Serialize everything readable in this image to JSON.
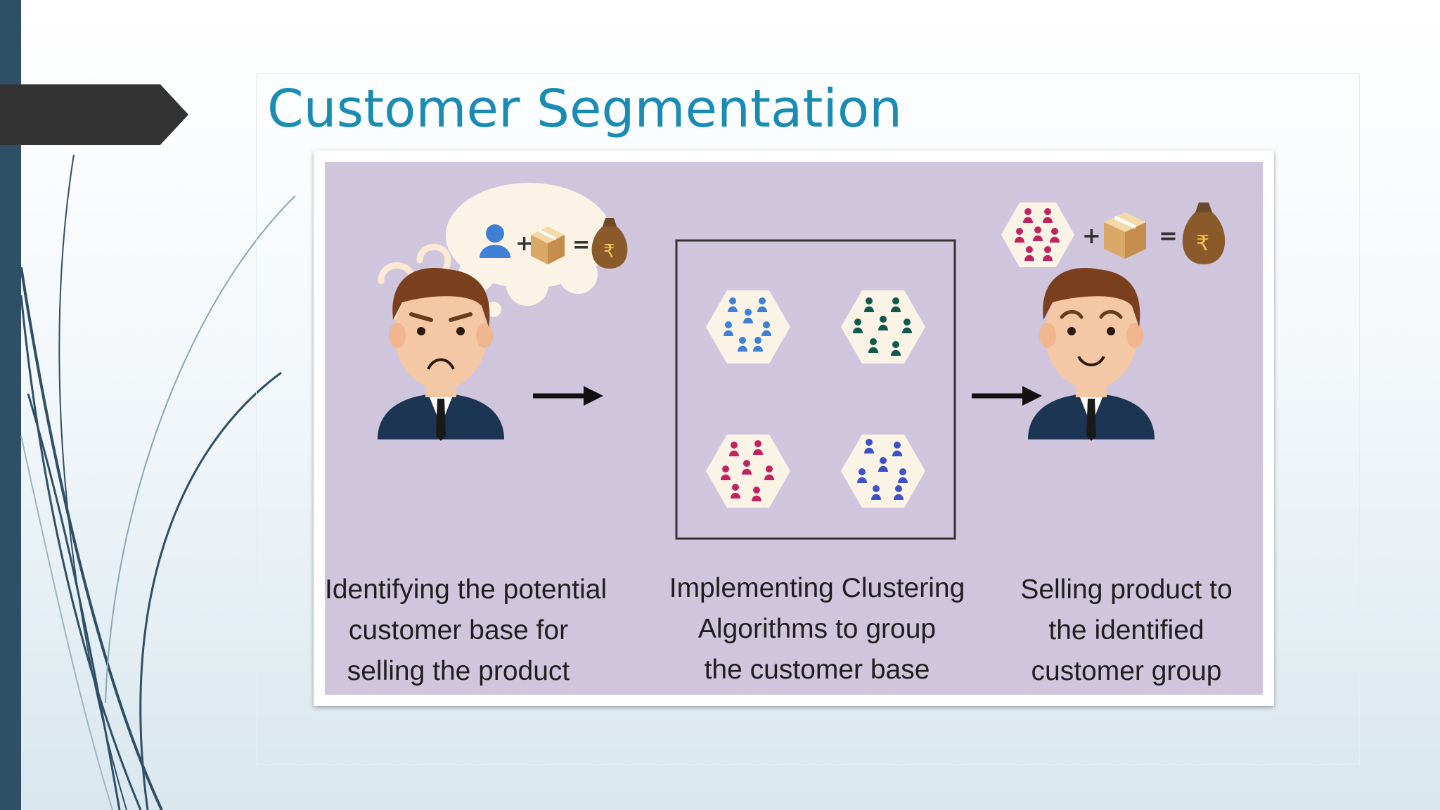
{
  "slide": {
    "title": "Customer Segmentation"
  },
  "diagram": {
    "steps": [
      {
        "lines": [
          "Identifying the potential",
          "customer base for",
          "selling the product"
        ]
      },
      {
        "lines": [
          "Implementing Clustering",
          "Algorithms to group",
          "the customer base"
        ]
      },
      {
        "lines": [
          "Selling product to",
          "the identified",
          "customer group"
        ]
      }
    ],
    "thought_bubble": {
      "plus": "+",
      "equals": "=",
      "currency": "₹"
    },
    "result_equation": {
      "plus": "+",
      "equals": "=",
      "currency": "₹"
    },
    "icons": [
      "question-marks-icon",
      "person-icon",
      "box-icon",
      "money-bag-icon",
      "arrow-right-icon",
      "people-cluster-icon"
    ],
    "colors": {
      "title": "#1a8bb3",
      "panel_background": "#cfc5dc",
      "cluster_blue": "#3f7fd6",
      "cluster_green": "#0f5a4a",
      "cluster_pink": "#c0245f",
      "cluster_indigo": "#3d52c8",
      "left_bar": "#2e4f66"
    }
  }
}
